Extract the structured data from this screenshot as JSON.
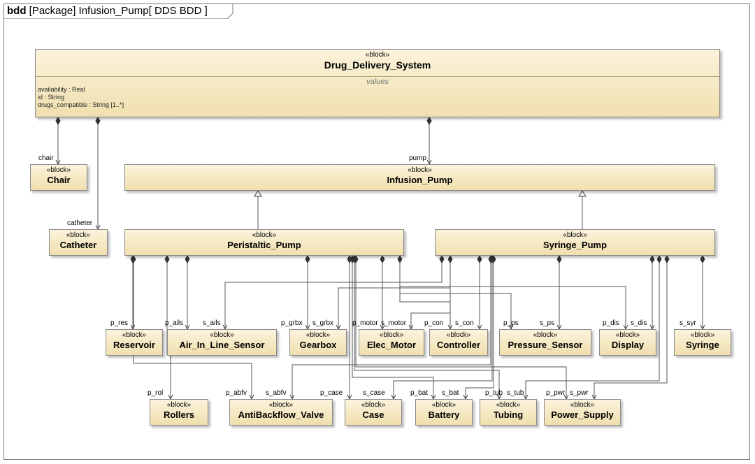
{
  "frame": {
    "keyword": "bdd",
    "title": "[Package] Infusion_Pump[ DDS BDD ]"
  },
  "stereotype": "«block»",
  "blocks": {
    "dds": {
      "name": "Drug_Delivery_System",
      "compartment": "values",
      "attributes": [
        "availability : Real",
        "id : String",
        "drugs_compatible : String [1..*]"
      ]
    },
    "chair": {
      "name": "Chair"
    },
    "catheter": {
      "name": "Catheter"
    },
    "infusion": {
      "name": "Infusion_Pump"
    },
    "peristaltic": {
      "name": "Peristaltic_Pump"
    },
    "syringe_pump": {
      "name": "Syringe_Pump"
    },
    "reservoir": {
      "name": "Reservoir"
    },
    "ails": {
      "name": "Air_In_Line_Sensor"
    },
    "gearbox": {
      "name": "Gearbox"
    },
    "motor": {
      "name": "Elec_Motor"
    },
    "controller": {
      "name": "Controller"
    },
    "pressure": {
      "name": "Pressure_Sensor"
    },
    "display": {
      "name": "Display"
    },
    "syringe": {
      "name": "Syringe"
    },
    "rollers": {
      "name": "Rollers"
    },
    "abfv": {
      "name": "AntiBackflow_Valve"
    },
    "case": {
      "name": "Case"
    },
    "battery": {
      "name": "Battery"
    },
    "tubing": {
      "name": "Tubing"
    },
    "power": {
      "name": "Power_Supply"
    }
  },
  "roles": {
    "chair": "chair",
    "catheter": "catheter",
    "pump": "pump",
    "p_res": "p_res",
    "p_ails": "p_ails",
    "s_ails": "s_ails",
    "p_grbx": "p_grbx",
    "s_grbx": "s_grbx",
    "p_motor": "p_motor",
    "s_motor": "s_motor",
    "p_con": "p_con",
    "s_con": "s_con",
    "p_ps": "p_ps",
    "s_ps": "s_ps",
    "p_dis": "p_dis",
    "s_dis": "s_dis",
    "s_syr": "s_syr",
    "p_rol": "p_rol",
    "p_abfv": "p_abfv",
    "s_abfv": "s_abfv",
    "p_case": "p_case",
    "s_case": "s_case",
    "p_bat": "p_bat",
    "s_bat": "s_bat",
    "p_tub": "p_tub",
    "s_tub": "s_tub",
    "p_pwr": "p_pwr",
    "s_pwr": "s_pwr"
  },
  "colors": {
    "block_top": "#fbf3dc",
    "block_bottom": "#f0dfae",
    "border": "#8a8a8a",
    "line": "#555555"
  }
}
